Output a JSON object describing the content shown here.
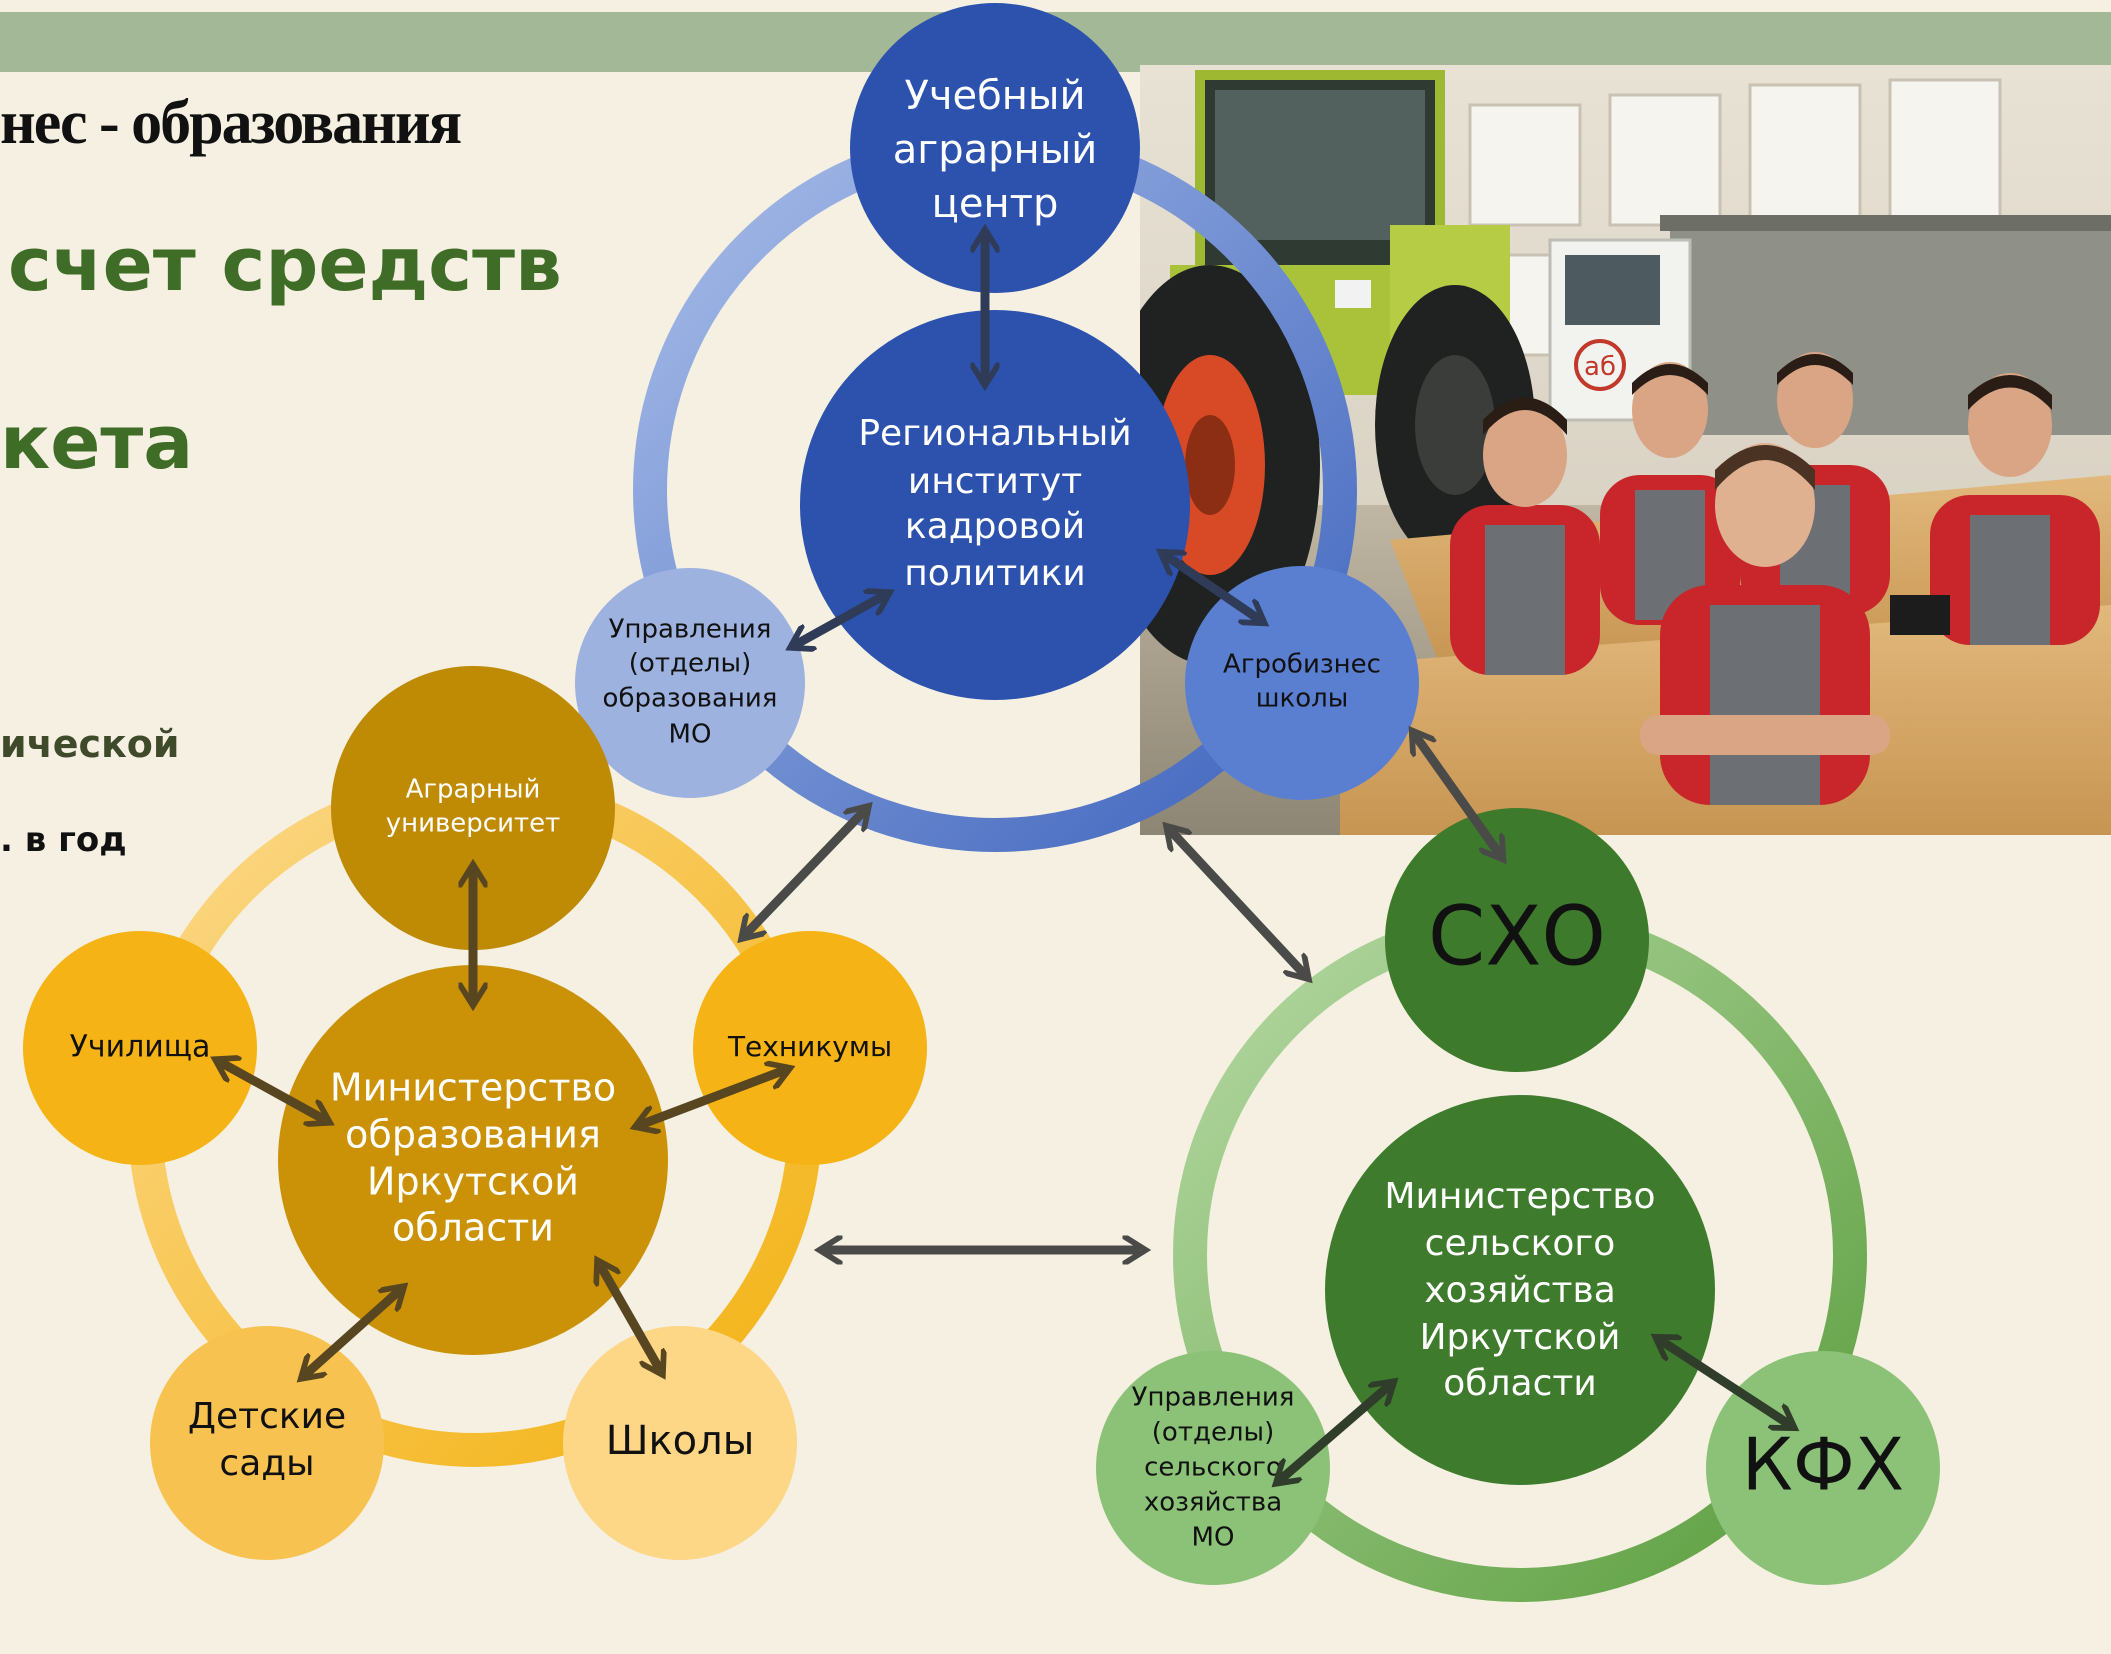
{
  "slide": {
    "title": "нес - образования",
    "subtitle_line1": "счет средств",
    "subtitle_line2": "кета",
    "side_text_1": "ической",
    "side_text_2": ". в год"
  },
  "top_cluster": {
    "center": "Региональный институт кадровой политики",
    "center_lines": [
      "Региональный",
      "институт",
      "кадровой",
      "политики"
    ],
    "top": [
      "Учебный",
      "аграрный",
      "центр"
    ],
    "left": [
      "Управления",
      "(отделы)",
      "образования",
      "МО"
    ],
    "right": [
      "Агробизнес",
      "школы"
    ]
  },
  "left_cluster": {
    "center": [
      "Министерство",
      "образования",
      "Иркутской",
      "области"
    ],
    "top": [
      "Аграрный",
      "университет"
    ],
    "left": [
      "Училища"
    ],
    "right": [
      "Техникумы"
    ],
    "bottom_left": [
      "Детские",
      "сады"
    ],
    "bottom_right": [
      "Школы"
    ]
  },
  "right_cluster": {
    "center": [
      "Министерство",
      "сельского",
      "хозяйства",
      "Иркутской",
      "области"
    ],
    "top": [
      "СХО"
    ],
    "left": [
      "Управления",
      "(отделы)",
      "сельского",
      "хозяйства",
      "МО"
    ],
    "right": [
      "КФХ"
    ]
  },
  "colors": {
    "blue_dark": "#2d53a8",
    "blue_mid": "#3e67bf",
    "blue_light": "#9fb3df",
    "gold_dark": "#c08f08",
    "gold": "#f6b91c",
    "gold_light": "#fcd27a",
    "green_dark": "#3d7a2c",
    "green_mid": "#6aa84f",
    "green_light": "#a8cf92",
    "arrow": "#4a4a48"
  },
  "photo": {
    "description_icon": "tractor-classroom-photo",
    "truck_logo": "аб"
  }
}
